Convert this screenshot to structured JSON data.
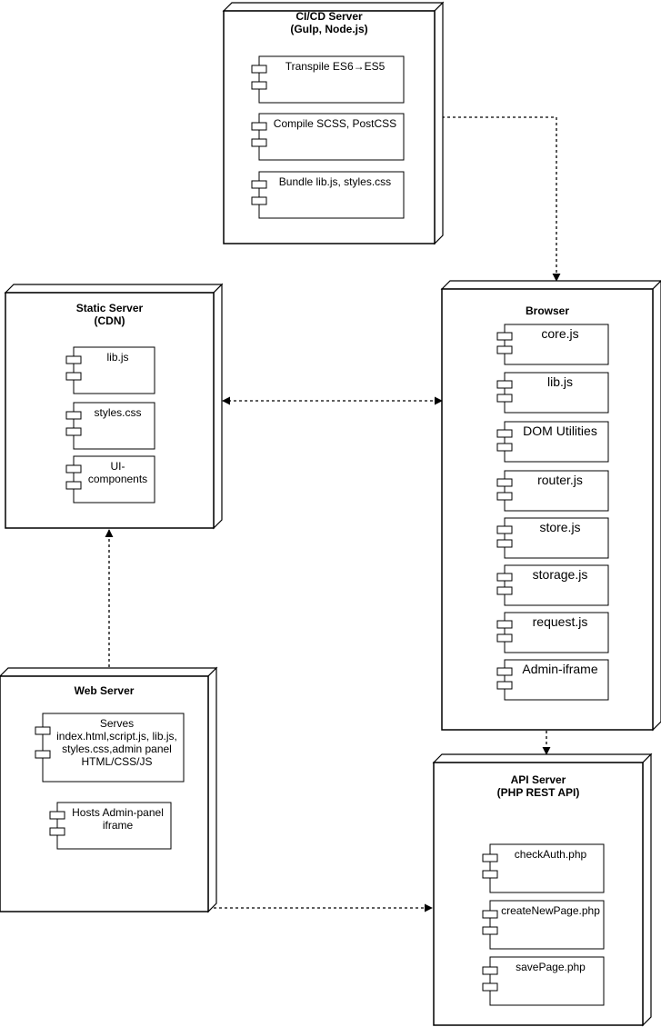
{
  "nodes": {
    "cicd": {
      "title": [
        "CI/CD Server",
        "(Gulp, Node.js)"
      ],
      "components": [
        [
          "Transpile ES6→ES5"
        ],
        [
          "Compile SCSS, PostCSS"
        ],
        [
          "Bundle lib.js, styles.css"
        ]
      ]
    },
    "static": {
      "title": [
        "Static Server",
        "(CDN)"
      ],
      "components": [
        [
          "lib.js"
        ],
        [
          "styles.css"
        ],
        [
          "UI-",
          "components"
        ]
      ]
    },
    "browser": {
      "title": [
        "Browser"
      ],
      "components": [
        [
          "core.js"
        ],
        [
          "lib.js"
        ],
        [
          "DOM Utilities"
        ],
        [
          "router.js"
        ],
        [
          "store.js"
        ],
        [
          "storage.js"
        ],
        [
          "request.js"
        ],
        [
          "Admin-iframe"
        ]
      ]
    },
    "web": {
      "title": [
        "Web Server"
      ],
      "components": [
        [
          "Serves",
          "index.html,script.js, lib.js,",
          "styles.css,admin panel",
          "HTML/CSS/JS"
        ],
        [
          "Hosts Admin-panel",
          "iframe"
        ]
      ]
    },
    "api": {
      "title": [
        "API Server",
        "(PHP REST API)"
      ],
      "components": [
        [
          "checkAuth.php"
        ],
        [
          "createNewPage.php"
        ],
        [
          "savePage.php"
        ]
      ]
    }
  },
  "connections": [
    {
      "from": "cicd",
      "to": "browser",
      "style": "dashed",
      "arrows": "end"
    },
    {
      "from": "static",
      "to": "browser",
      "style": "dashed",
      "arrows": "both"
    },
    {
      "from": "web",
      "to": "static",
      "style": "dashed",
      "arrows": "end"
    },
    {
      "from": "browser",
      "to": "api",
      "style": "dashed",
      "arrows": "end"
    },
    {
      "from": "web",
      "to": "api",
      "style": "dashed",
      "arrows": "both"
    }
  ]
}
